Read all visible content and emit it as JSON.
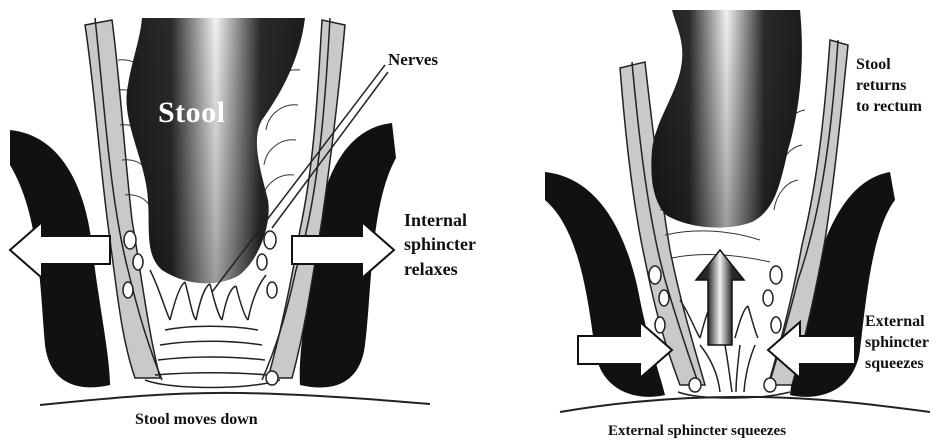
{
  "colors": {
    "stool_dark": "#1c1c1c",
    "stool_light": "#f2f2f2",
    "muscle_black": "#111111",
    "tissue_gray": "#c9c9c9",
    "line": "#222222",
    "background": "#ffffff"
  },
  "left_panel": {
    "stool_label": "Stool",
    "nerves_label": "Nerves",
    "sphincter_label": "Internal\nsphincter\nrelaxes",
    "caption": "Stool moves down"
  },
  "right_panel": {
    "return_label": "Stool\nreturns\nto rectum",
    "sphincter_label": "External\nsphincter\nsqueezes",
    "caption": "External sphincter squeezes"
  }
}
